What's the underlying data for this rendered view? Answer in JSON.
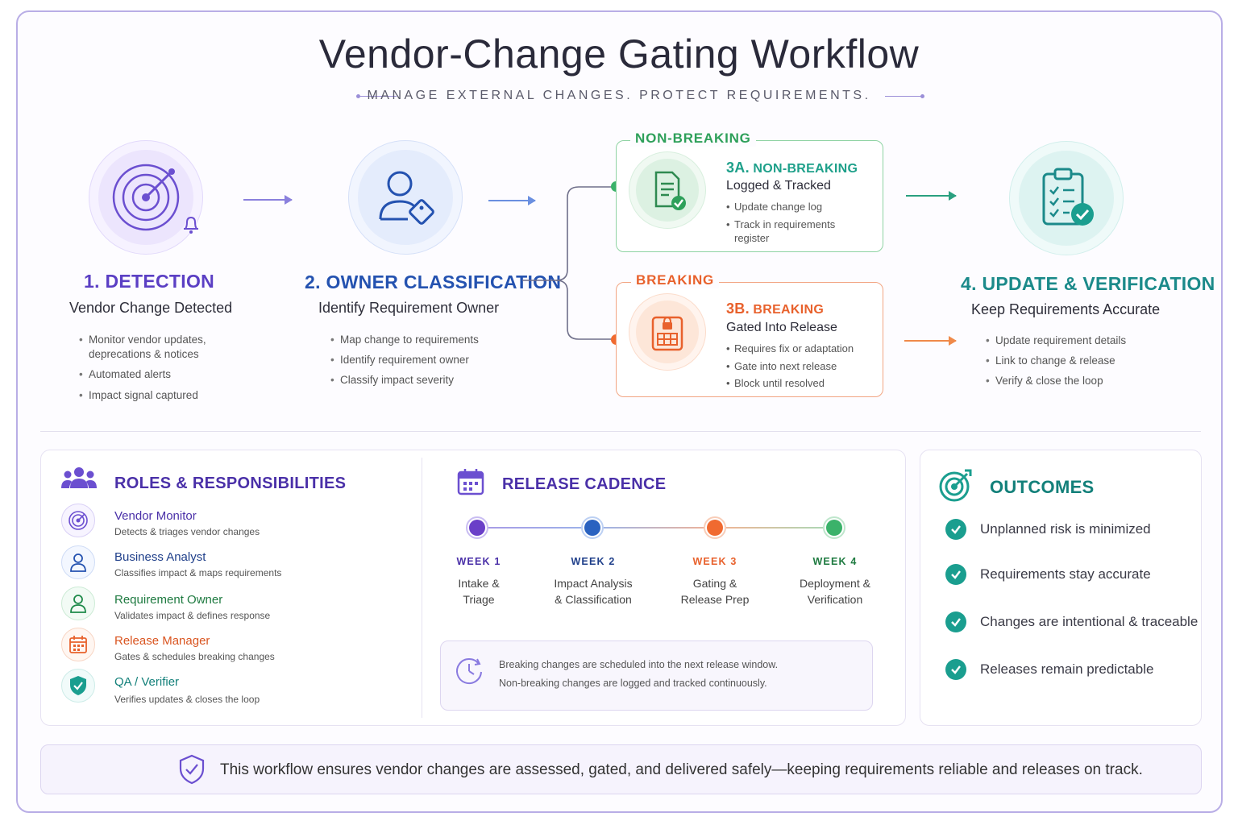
{
  "header": {
    "title": "Vendor-Change Gating Workflow",
    "subtitle": "MANAGE EXTERNAL CHANGES. PROTECT REQUIREMENTS."
  },
  "steps": [
    {
      "title": "1. DETECTION",
      "subtitle": "Vendor Change Detected",
      "color": "#5b3fc4",
      "bullets": [
        "Monitor vendor updates,\ndeprecations & notices",
        "Automated alerts",
        "Impact signal captured"
      ],
      "icon": "radar-icon"
    },
    {
      "title": "2. OWNER CLASSIFICATION",
      "subtitle": "Identify Requirement Owner",
      "color": "#2452b0",
      "bullets": [
        "Map change to requirements",
        "Identify requirement owner",
        "Classify impact severity"
      ],
      "icon": "user-tag-icon"
    },
    {
      "title": "4. UPDATE & VERIFICATION",
      "subtitle": "Keep Requirements Accurate",
      "color": "#1b8a8a",
      "bullets": [
        "Update requirement details",
        "Link to change & release",
        "Verify & close the loop"
      ],
      "icon": "clipboard-check-icon"
    }
  ],
  "branches": {
    "non_breaking": {
      "tag": "NON-BREAKING",
      "title_num": "3A.",
      "title": "NON-BREAKING",
      "subtitle": "Logged & Tracked",
      "bullets": [
        "Update change log",
        "Track in requirements\nregister"
      ],
      "color": "#2ea05a"
    },
    "breaking": {
      "tag": "BREAKING",
      "title_num": "3B.",
      "title": "BREAKING",
      "subtitle": "Gated Into Release",
      "bullets": [
        "Requires fix or adaptation",
        "Gate into next release",
        "Block until resolved"
      ],
      "color": "#e8612c"
    }
  },
  "roles": {
    "title": "ROLES & RESPONSIBILITIES",
    "items": [
      {
        "name": "Vendor Monitor",
        "desc": "Detects & triages vendor changes",
        "color": "#5b3fc4",
        "icon": "radar-icon"
      },
      {
        "name": "Business Analyst",
        "desc": "Classifies impact & maps requirements",
        "color": "#2452b0",
        "icon": "user-icon"
      },
      {
        "name": "Requirement Owner",
        "desc": "Validates impact & defines response",
        "color": "#1e8a4a",
        "icon": "user-icon"
      },
      {
        "name": "Release Manager",
        "desc": "Gates & schedules breaking changes",
        "color": "#e8612c",
        "icon": "calendar-icon"
      },
      {
        "name": "QA / Verifier",
        "desc": "Verifies updates & closes the loop",
        "color": "#1b8a8a",
        "icon": "shield-check-icon"
      }
    ]
  },
  "cadence": {
    "title": "RELEASE CADENCE",
    "weeks": [
      {
        "label": "WEEK 1",
        "desc": "Intake &\nTriage",
        "color": "#6a3fc8"
      },
      {
        "label": "WEEK 2",
        "desc": "Impact Analysis\n& Classification",
        "color": "#2a62c0"
      },
      {
        "label": "WEEK 3",
        "desc": "Gating &\nRelease Prep",
        "color": "#f06a30"
      },
      {
        "label": "WEEK 4",
        "desc": "Deployment &\nVerification",
        "color": "#3bb26a"
      }
    ],
    "note_line1": "Breaking changes are scheduled into the next release window.",
    "note_line2": "Non-breaking changes are logged and tracked continuously."
  },
  "outcomes": {
    "title": "OUTCOMES",
    "items": [
      "Unplanned risk is minimized",
      "Requirements stay accurate",
      "Changes are intentional & traceable",
      "Releases remain predictable"
    ]
  },
  "footer": {
    "text": "This workflow ensures vendor changes are assessed, gated, and delivered safely—keeping requirements reliable and releases on track."
  }
}
